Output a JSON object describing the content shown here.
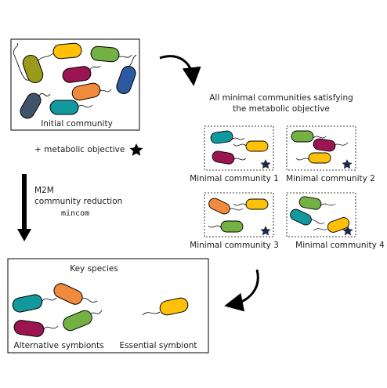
{
  "colors": {
    "olive": "#9c9a1a",
    "yellow": "#ffc107",
    "green": "#73b144",
    "maroon": "#9b1552",
    "navy": "#2c5aa0",
    "orange": "#f08a3c",
    "teal": "#11999e",
    "slate": "#3f546b",
    "mincom_text": "#2c5aa0",
    "star": "#1e2a44"
  },
  "labels": {
    "initial_community": "Initial community",
    "metabolic_objective": "+ metabolic objective",
    "m2m": "M2M",
    "community_reduction": "community reduction",
    "mincom": "mincom",
    "all_minimal_line1": "All minimal communities satisfying",
    "all_minimal_line2": "the metabolic objective",
    "minimal_1": "Minimal community 1",
    "minimal_2": "Minimal community 2",
    "minimal_3": "Minimal community 3",
    "minimal_4": "Minimal community 4",
    "key_species": "Key species",
    "alternative_symbionts": "Alternative symbionts",
    "essential_symbiont": "Essential symbiont"
  },
  "icons": [
    "bacterium-icon",
    "star-icon",
    "curved-arrow-icon",
    "down-arrow-icon"
  ]
}
